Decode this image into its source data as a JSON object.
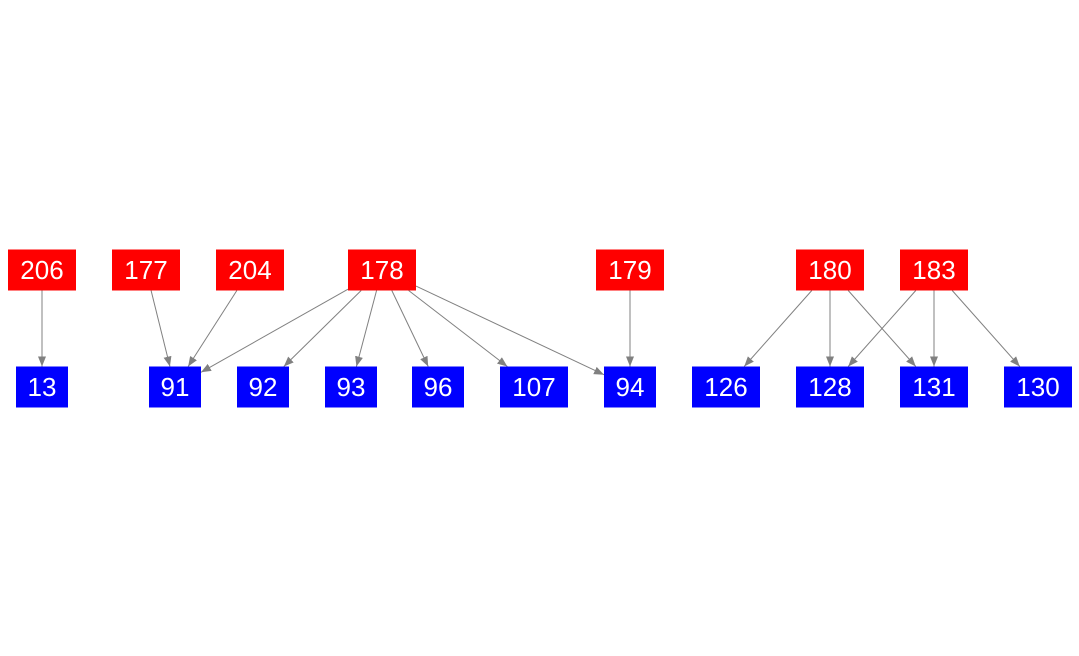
{
  "colors": {
    "source": "#ff0000",
    "target": "#0000ff",
    "edge": "#808080",
    "label": "#ffffff"
  },
  "nodes": [
    {
      "id": "206",
      "label": "206",
      "kind": "source"
    },
    {
      "id": "177",
      "label": "177",
      "kind": "source"
    },
    {
      "id": "204",
      "label": "204",
      "kind": "source"
    },
    {
      "id": "178",
      "label": "178",
      "kind": "source"
    },
    {
      "id": "179",
      "label": "179",
      "kind": "source"
    },
    {
      "id": "180",
      "label": "180",
      "kind": "source"
    },
    {
      "id": "183",
      "label": "183",
      "kind": "source"
    },
    {
      "id": "13",
      "label": "13",
      "kind": "target"
    },
    {
      "id": "91",
      "label": "91",
      "kind": "target"
    },
    {
      "id": "92",
      "label": "92",
      "kind": "target"
    },
    {
      "id": "93",
      "label": "93",
      "kind": "target"
    },
    {
      "id": "96",
      "label": "96",
      "kind": "target"
    },
    {
      "id": "107",
      "label": "107",
      "kind": "target"
    },
    {
      "id": "94",
      "label": "94",
      "kind": "target"
    },
    {
      "id": "126",
      "label": "126",
      "kind": "target"
    },
    {
      "id": "128",
      "label": "128",
      "kind": "target"
    },
    {
      "id": "131",
      "label": "131",
      "kind": "target"
    },
    {
      "id": "130",
      "label": "130",
      "kind": "target"
    }
  ],
  "edges": [
    [
      "206",
      "13"
    ],
    [
      "177",
      "91"
    ],
    [
      "204",
      "91"
    ],
    [
      "178",
      "91"
    ],
    [
      "178",
      "92"
    ],
    [
      "178",
      "93"
    ],
    [
      "178",
      "96"
    ],
    [
      "178",
      "107"
    ],
    [
      "178",
      "94"
    ],
    [
      "179",
      "94"
    ],
    [
      "180",
      "126"
    ],
    [
      "180",
      "128"
    ],
    [
      "180",
      "131"
    ],
    [
      "183",
      "128"
    ],
    [
      "183",
      "131"
    ],
    [
      "183",
      "130"
    ]
  ]
}
